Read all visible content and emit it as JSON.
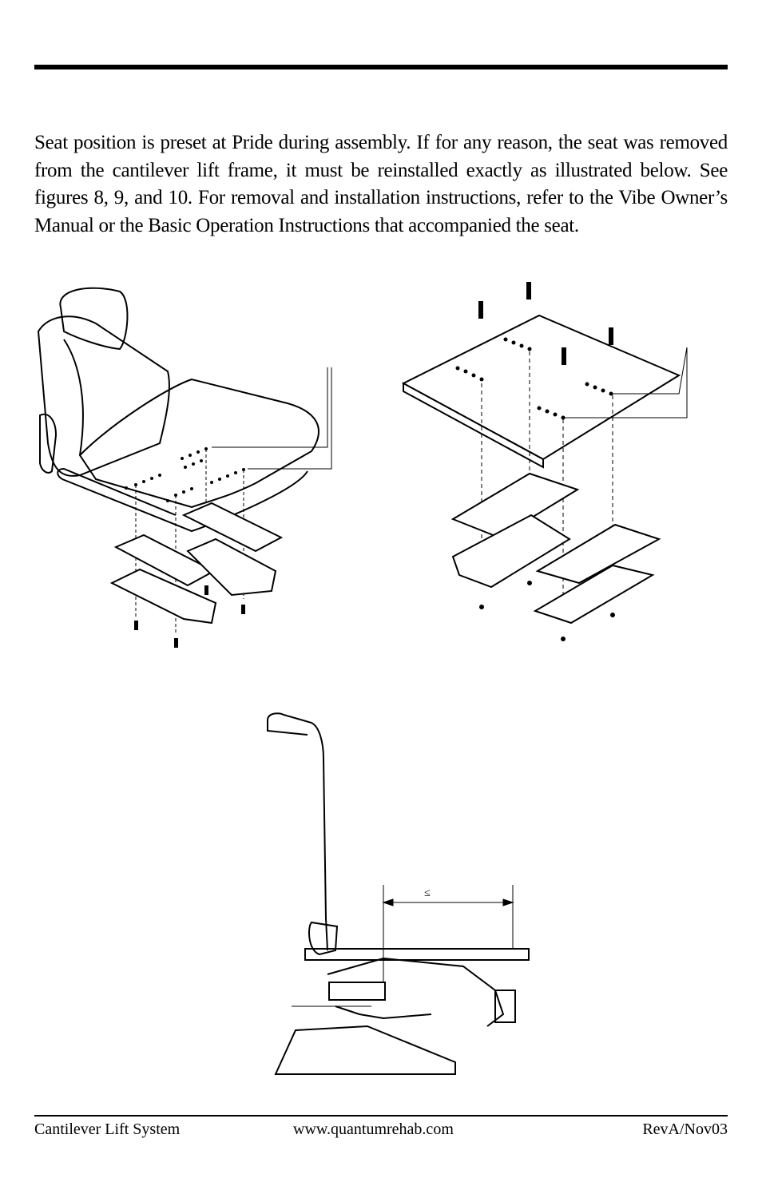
{
  "body_text": "Seat position is preset at Pride during assembly. If for any reason, the seat was removed from the cantilever lift frame, it must be reinstalled exactly as illustrated below. See figures 8, 9, and 10. For removal and installation instructions, refer to the Vibe Owner’s Manual or the Basic Operation Instructions that accompanied the seat.",
  "figures": {
    "side_view_dimension_symbol": "≤"
  },
  "footer": {
    "left": "Cantilever Lift System",
    "center": "www.quantumrehab.com",
    "right": "RevA/Nov03"
  }
}
